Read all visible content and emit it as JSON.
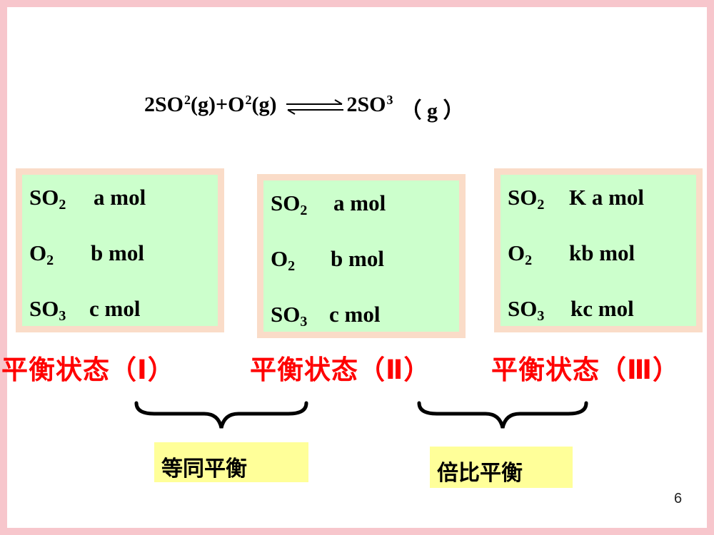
{
  "equation": {
    "left_term1": "2SO",
    "left_sub1": "2",
    "left_phase1": "(g)+O",
    "left_sub2": "2",
    "left_phase2": "(g)",
    "right_term": "2SO",
    "right_sub": "3",
    "right_phase": "（ g ）"
  },
  "boxes": [
    {
      "rows": [
        {
          "species": "SO",
          "sub": "2",
          "amount": "a mol"
        },
        {
          "species": "O",
          "sub": "2",
          "amount": "b mol"
        },
        {
          "species": "SO",
          "sub": "3",
          "amount": "c mol"
        }
      ],
      "state_label": "平衡状态（Ⅰ）"
    },
    {
      "rows": [
        {
          "species": "SO",
          "sub": "2",
          "amount": "a mol"
        },
        {
          "species": "O",
          "sub": "2",
          "amount": "b mol"
        },
        {
          "species": "SO",
          "sub": "3",
          "amount": "c mol"
        }
      ],
      "state_label": "平衡状态（Ⅱ）"
    },
    {
      "rows": [
        {
          "species": "SO",
          "sub": "2",
          "amount": "K a mol"
        },
        {
          "species": "O",
          "sub": "2",
          "amount": "kb mol"
        },
        {
          "species": "SO",
          "sub": "3",
          "amount": "kc mol"
        }
      ],
      "state_label": "平衡状态（Ⅲ）"
    }
  ],
  "notes": {
    "equal_equilibrium": "等同平衡",
    "ratio_equilibrium": "倍比平衡"
  },
  "page_number": "6",
  "colors": {
    "frame": "#f7c6cc",
    "box_border": "#fadcc8",
    "box_fill": "#ccffcc",
    "label_red": "#ff0000",
    "note_fill": "#ffff99"
  }
}
